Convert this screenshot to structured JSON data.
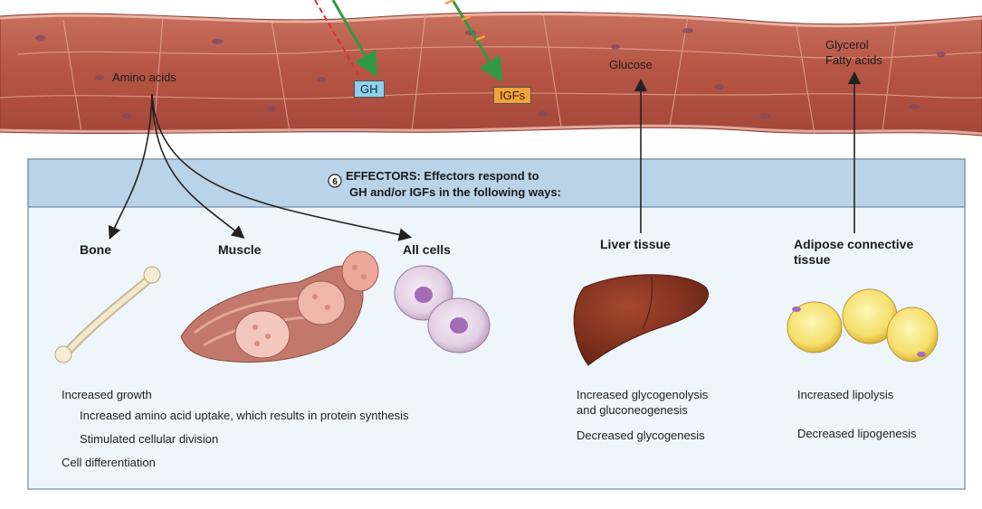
{
  "vessel": {
    "amino_acids": "Amino acids",
    "gh": "GH",
    "igfs": "IGFs",
    "glucose": "Glucose",
    "glycerol": "Glycerol",
    "fatty_acids": "Fatty acids"
  },
  "effectors": {
    "step_number": "6",
    "header_line1": "EFFECTORS: Effectors respond to",
    "header_line2": "GH and/or IGFs in the following ways:",
    "bone": "Bone",
    "muscle": "Muscle",
    "all_cells": "All cells",
    "liver": "Liver tissue",
    "adipose_line1": "Adipose connective",
    "adipose_line2": "tissue"
  },
  "effects": {
    "growth": "Increased growth",
    "amino_uptake": "Increased amino acid uptake, which results in protein synthesis",
    "division": "Stimulated cellular division",
    "differentiation": "Cell differentiation",
    "glyco_line1": "Increased glycogenolysis",
    "glyco_line2": "and gluconeogenesis",
    "glycogenesis": "Decreased glycogenesis",
    "lipolysis": "Increased lipolysis",
    "lipogenesis": "Decreased lipogenesis"
  },
  "colors": {
    "vessel": "#b4584a",
    "header_band": "#b9d3e8",
    "panel": "#eef5fb",
    "gh_tag": "#8fd0ef",
    "igf_tag": "#f4a33b",
    "arrow_green": "#2f9a43",
    "arrow_red": "#d8322e"
  }
}
